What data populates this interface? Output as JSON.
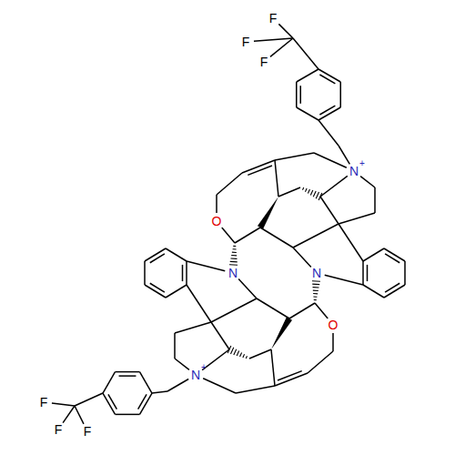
{
  "diagram": {
    "labels": [
      "F",
      "F",
      "F",
      "N",
      "+",
      "O",
      "N",
      "N",
      "O",
      "N",
      "+",
      "F",
      "F",
      "F"
    ]
  }
}
